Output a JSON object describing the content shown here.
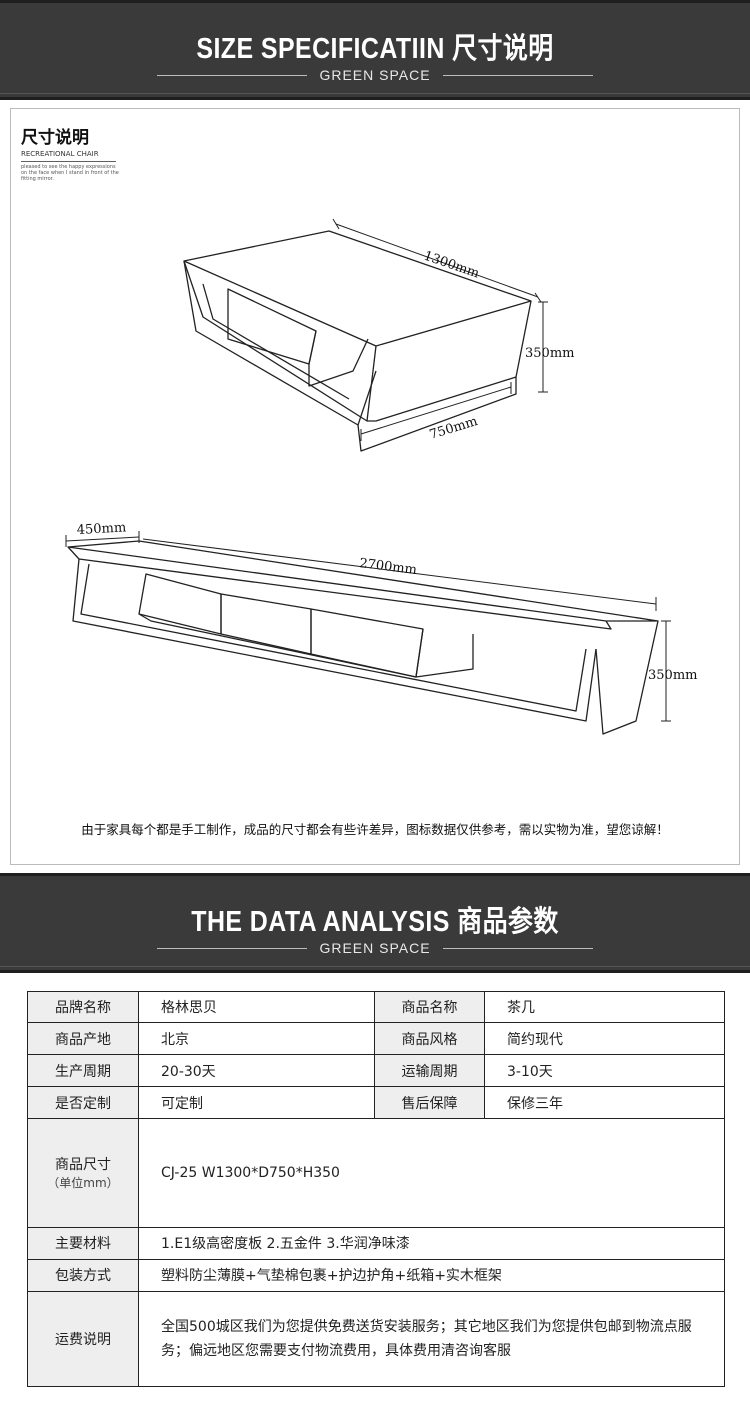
{
  "section1": {
    "title": "SIZE SPECIFICATIIN 尺寸说明",
    "subtitle": "GREEN SPACE"
  },
  "panel": {
    "heading": "尺寸说明",
    "heading_en": "RECREATIONAL CHAIR",
    "heading_small": "pleased to see the happy expressions on the face when I stand in front of the fitting mirror.",
    "drawing1": {
      "width": "1300mm",
      "height": "350mm",
      "depth": "750mm"
    },
    "drawing2": {
      "depth": "450mm",
      "width": "2700mm",
      "height": "350mm"
    },
    "note": "由于家具每个都是手工制作，成品的尺寸都会有些许差异，图标数据仅供参考，需以实物为准，望您谅解！"
  },
  "section2": {
    "title": "THE DATA ANALYSIS 商品参数",
    "subtitle": "GREEN SPACE"
  },
  "spec": {
    "brand_label": "品牌名称",
    "brand": "格林思贝",
    "name_label": "商品名称",
    "name": "茶几",
    "origin_label": "商品产地",
    "origin": "北京",
    "style_label": "商品风格",
    "style": "简约现代",
    "cycle_label": "生产周期",
    "cycle": "20-30天",
    "shipping_cycle_label": "运输周期",
    "shipping_cycle": "3-10天",
    "custom_label": "是否定制",
    "custom": "可定制",
    "warranty_label": "售后保障",
    "warranty": "保修三年",
    "size_label": "商品尺寸",
    "size_unit": "（单位mm）",
    "size": "CJ-25   W1300*D750*H350",
    "material_label": "主要材料",
    "material": "1.E1级高密度板   2.五金件   3.华润净味漆",
    "package_label": "包装方式",
    "package": "塑料防尘薄膜+气垫棉包裹+护边护角+纸箱+实木框架",
    "freight_label": "运费说明",
    "freight": "全国500城区我们为您提供免费送货安装服务；其它地区我们为您提供包邮到物流点服务；偏远地区您需要支付物流费用，具体费用清咨询客服"
  }
}
